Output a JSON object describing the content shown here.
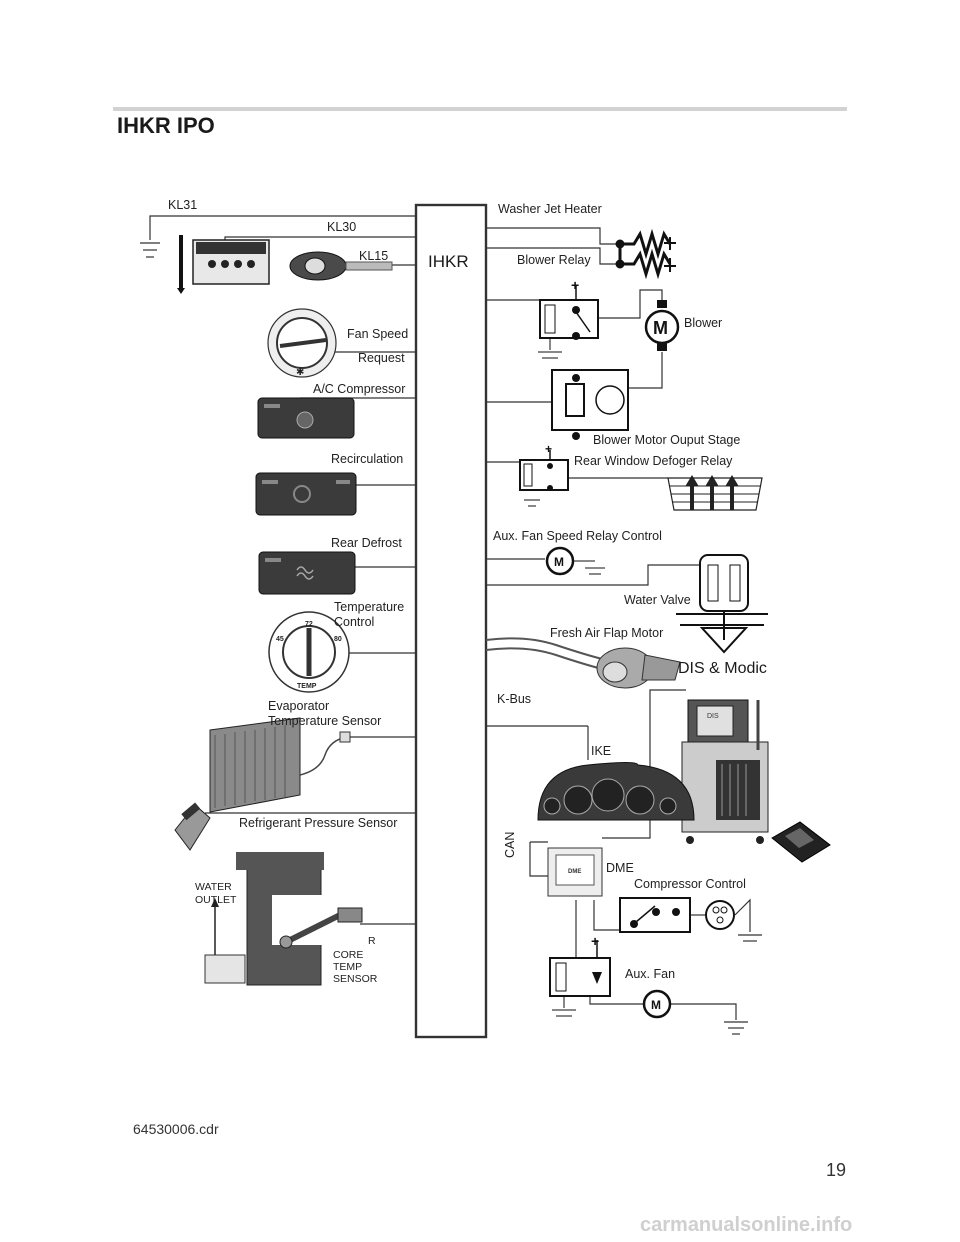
{
  "page": {
    "title": "IHKR IPO",
    "file_ref": "64530006.cdr",
    "page_number": "19",
    "watermark": "carmanualsonline.info"
  },
  "diagram": {
    "module": "IHKR",
    "inputs": {
      "kl31": "KL31",
      "kl30": "KL30",
      "kl15": "KL15",
      "fan_speed_1": "Fan Speed",
      "fan_speed_2": "Request",
      "ac_compressor": "A/C Compressor",
      "recirculation": "Recirculation",
      "rear_defrost": "Rear Defrost",
      "temperature_1": "Temperature",
      "temperature_2": "Control",
      "evaporator_1": "Evaporator",
      "evaporator_2": "Temperature Sensor",
      "refrigerant": "Refrigerant Pressure Sensor",
      "water_outlet_1": "WATER",
      "water_outlet_2": "OUTLET",
      "heater_core_frag": "R",
      "core_1": "CORE",
      "core_2": "TEMP",
      "core_3": "SENSOR",
      "knob_temp": "TEMP",
      "knob_45": "45",
      "knob_72": "72",
      "knob_80": "80"
    },
    "outputs": {
      "washer_jet_heater": "Washer Jet Heater",
      "blower_relay": "Blower Relay",
      "blower": "Blower",
      "blower_stage": "Blower Motor Ouput Stage",
      "rear_window_relay": "Rear Window Defoger Relay",
      "aux_fan_relay": "Aux. Fan Speed Relay Control",
      "water_valve": "Water Valve",
      "fresh_air_flap": "Fresh Air Flap Motor",
      "kbus": "K-Bus",
      "dis_modic": "DIS & Modic",
      "ike": "IKE",
      "can": "CAN",
      "dme": "DME",
      "dme_box": "DME",
      "compressor_control": "Compressor Control",
      "aux_fan": "Aux. Fan",
      "motor_symbol": "M",
      "plus": "+",
      "dis_screen": "DIS"
    }
  }
}
